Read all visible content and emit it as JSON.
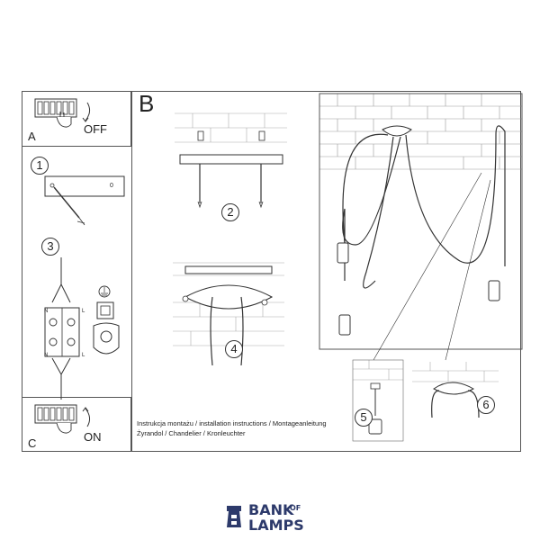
{
  "panels": {
    "a_label": "A",
    "a_action": "OFF",
    "c_label": "C",
    "c_action": "ON",
    "b_label": "B"
  },
  "steps": [
    "1",
    "2",
    "3",
    "4",
    "5",
    "6"
  ],
  "mounting_plate_mark": "0",
  "terminal_letters": {
    "top_left": "N",
    "top_right": "L",
    "bottom_left": "N",
    "bottom_right": "L"
  },
  "caption": {
    "line1": "Instrukcja montażu / installation instructions / Montageanleitung",
    "line2": "Żyrandol / Chandelier / Kronleuchter"
  },
  "logo": {
    "word1": "BANK",
    "word_small": "OF",
    "word2": "LAMPS",
    "color": "#2d3a6b"
  }
}
